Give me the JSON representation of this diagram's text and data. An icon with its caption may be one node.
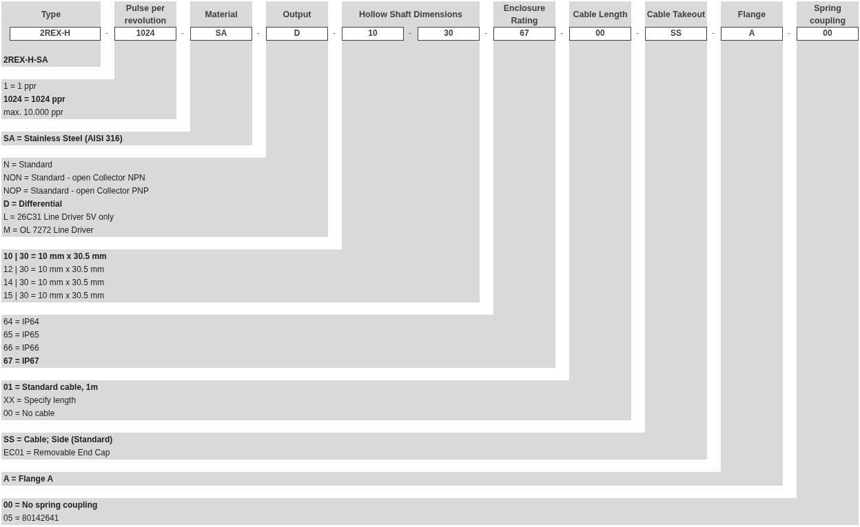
{
  "diagram": {
    "nodes": [
      {
        "text": [
          "Type"
        ]
      },
      {
        "text": [
          "2REX-H"
        ]
      },
      {
        "text": [
          "2REX-H-SA"
        ]
      },
      {
        "text": [
          "Pulse per revolution"
        ]
      },
      {
        "text": [
          "1024"
        ]
      },
      {
        "text": [
          "1 = 1 ppr",
          "1024 = 1024 ppr",
          "max. 10.000 ppr"
        ]
      },
      {
        "text": [
          "Material"
        ]
      },
      {
        "text": [
          "SA"
        ]
      },
      {
        "text": [
          "SA = Stainless Steel (AISI 316)"
        ]
      },
      {
        "text": [
          "Output"
        ]
      },
      {
        "text": [
          "D"
        ]
      },
      {
        "text": [
          "N = Standard",
          "NON = Standard - open Collector NPN",
          "NOP = Staandard - open Collector PNP",
          "D = Differential",
          "L = 26C31 Line Driver 5V only",
          "M = OL 7272 Line Driver"
        ]
      },
      {
        "text": [
          "Hollow Shaft Dimensions"
        ]
      },
      {
        "text": [
          "10"
        ]
      },
      {
        "text": [
          "30"
        ]
      },
      {
        "text": [
          "10 | 30 = 10 mm x 30.5 mm",
          "12 | 30 = 10 mm x 30.5 mm",
          "14 | 30 = 10 mm x 30.5 mm",
          "15 | 30 = 10 mm x 30.5 mm"
        ]
      },
      {
        "text": [
          "Enclosure Rating"
        ]
      },
      {
        "text": [
          "67"
        ]
      },
      {
        "text": [
          "64 = IP64",
          "65 = IP65",
          "66 = IP66",
          "67 = IP67"
        ]
      },
      {
        "text": [
          "Cable Length"
        ]
      },
      {
        "text": [
          "00"
        ]
      },
      {
        "text": [
          "01 = Standard cable, 1m",
          "XX = Specify length",
          "00 = No cable"
        ]
      },
      {
        "text": [
          "Cable Takeout"
        ]
      },
      {
        "text": [
          "SS"
        ]
      },
      {
        "text": [
          "SS = Cable; Side (Standard)",
          "EC01 = Removable End Cap"
        ]
      },
      {
        "text": [
          "Flange"
        ]
      },
      {
        "text": [
          "A"
        ]
      },
      {
        "text": [
          "A = Flange A"
        ]
      },
      {
        "text": [
          "Spring coupling"
        ]
      },
      {
        "text": [
          "00"
        ]
      },
      {
        "text": [
          "00 = No spring coupling",
          "05 = 80142641"
        ]
      }
    ],
    "labels": [
      "-",
      "-",
      "-",
      "-",
      "-",
      "-",
      "-",
      "-",
      "-",
      "-"
    ]
  }
}
